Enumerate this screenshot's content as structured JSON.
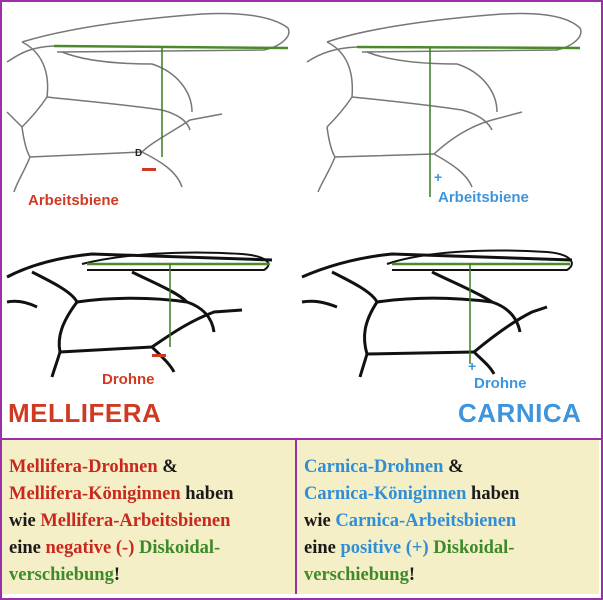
{
  "labels": {
    "worker_left": "Arbeitsbiene",
    "worker_right": "Arbeitsbiene",
    "drone_left": "Drohne",
    "drone_right": "Drohne",
    "breed_left": "MELLIFERA",
    "breed_right": "CARNICA",
    "sign_negative": "−",
    "sign_positive": "+",
    "vein_point": "D"
  },
  "text_left": {
    "l1_a": "Mellifera-Drohnen",
    "l1_b": " &",
    "l2_a": "Mellifera-Königinnen",
    "l2_b": " haben",
    "l3_a": "wie ",
    "l3_b": "Mellifera-Arbeitsbienen",
    "l4_a": "eine ",
    "l4_b": "negative (-)",
    "l4_c": " Diskoidal-",
    "l5_a": "verschiebung",
    "l5_b": "!"
  },
  "text_right": {
    "l1_a": "Carnica-Drohnen",
    "l1_b": " &",
    "l2_a": "Carnica-Königinnen",
    "l2_b": " haben",
    "l3_a": "wie ",
    "l3_b": "Carnica-Arbeitsbienen",
    "l4_a": "eine ",
    "l4_b": "positive (+)",
    "l4_c": " Diskoidal-",
    "l5_a": "verschiebung",
    "l5_b": "!"
  },
  "colors": {
    "mellifera": "#d03a22",
    "carnica": "#3f95dc",
    "frame": "#9b2fa8",
    "text_box": "#f5efc7",
    "guide_line": "#3a7a20"
  }
}
